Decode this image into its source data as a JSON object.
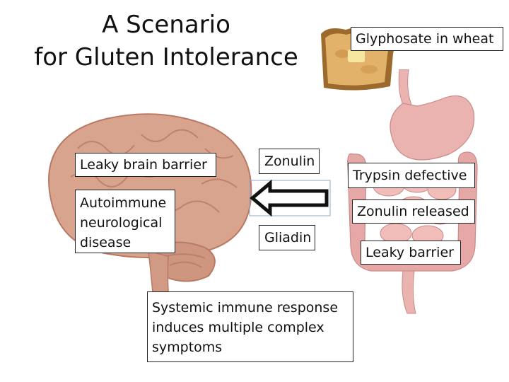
{
  "title": {
    "line1": "A Scenario",
    "line2": "for Gluten Intolerance"
  },
  "labels": {
    "glyphosate": "Glyphosate in wheat",
    "leaky_brain": "Leaky brain barrier",
    "autoimmune": "Autoimmune neurological disease",
    "zonulin": "Zonulin",
    "gliadin": "Gliadin",
    "trypsin": "Trypsin defective",
    "zonulin_released": "Zonulin released",
    "leaky_barrier": "Leaky barrier",
    "systemic": "Systemic immune response induces multiple complex symptoms"
  },
  "colors": {
    "brain": "#d9a48e",
    "brain_shadow": "#b87a65",
    "gut": "#eab3b0",
    "gut_shadow": "#c98a88",
    "toast": "#e2b26a",
    "toast_crust": "#9c6a2c",
    "butter": "#f6e6a0"
  }
}
